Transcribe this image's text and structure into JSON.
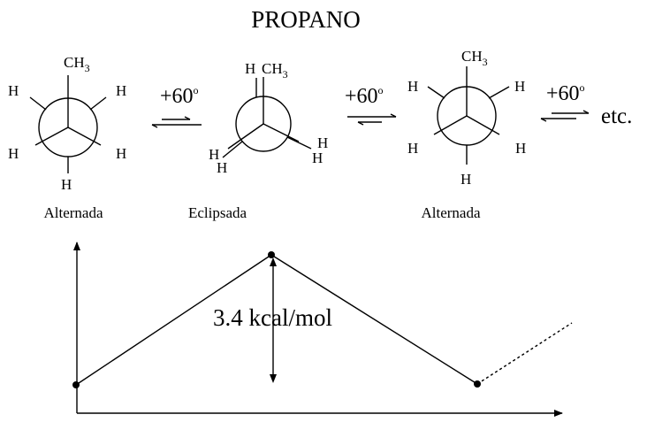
{
  "title": "PROPANO",
  "atoms": {
    "h": "H",
    "methyl_c": "CH",
    "methyl_sub": "3"
  },
  "rotation": {
    "angle_label": "+60",
    "degree_sign": "o",
    "etc": "etc."
  },
  "captions": {
    "first": "Alternada",
    "second": "Eclipsada",
    "third": "Alternada"
  },
  "energy": {
    "barrier_label": "3.4 kcal/mol"
  }
}
